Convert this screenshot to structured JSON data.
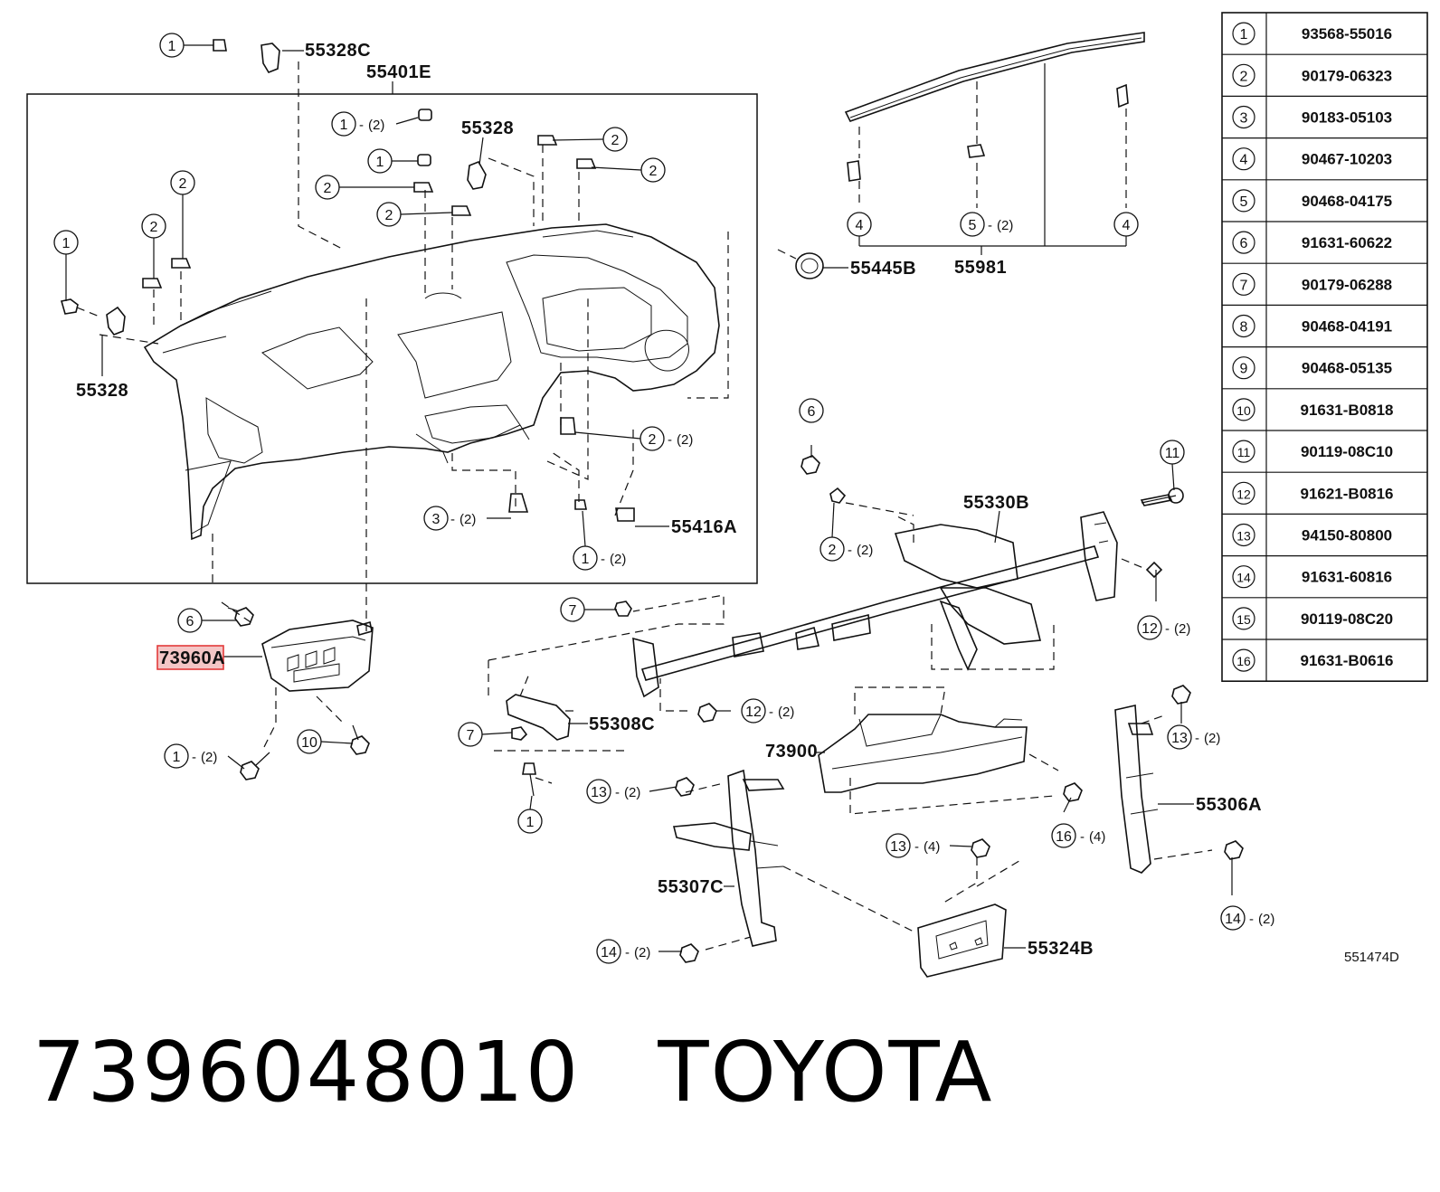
{
  "diagram": {
    "code": "551474D",
    "highlighted_part": "73960A",
    "part_labels": [
      {
        "id": "55328C",
        "text": "55328C"
      },
      {
        "id": "55401E",
        "text": "55401E"
      },
      {
        "id": "55328_top",
        "text": "55328"
      },
      {
        "id": "55328_left",
        "text": "55328"
      },
      {
        "id": "55416A",
        "text": "55416A"
      },
      {
        "id": "55445B",
        "text": "55445B"
      },
      {
        "id": "55981",
        "text": "55981"
      },
      {
        "id": "55330B",
        "text": "55330B"
      },
      {
        "id": "73960A",
        "text": "73960A"
      },
      {
        "id": "55308C",
        "text": "55308C"
      },
      {
        "id": "73900",
        "text": "73900"
      },
      {
        "id": "55306A",
        "text": "55306A"
      },
      {
        "id": "55307C",
        "text": "55307C"
      },
      {
        "id": "55324B",
        "text": "55324B"
      }
    ],
    "callouts": [
      {
        "n": "1",
        "qty": ""
      },
      {
        "n": "1",
        "qty": "(2)"
      },
      {
        "n": "1",
        "qty": ""
      },
      {
        "n": "2",
        "qty": ""
      },
      {
        "n": "2",
        "qty": ""
      },
      {
        "n": "2",
        "qty": ""
      },
      {
        "n": "2",
        "qty": ""
      },
      {
        "n": "2",
        "qty": ""
      },
      {
        "n": "2",
        "qty": ""
      },
      {
        "n": "1",
        "qty": ""
      },
      {
        "n": "2",
        "qty": "(2)"
      },
      {
        "n": "3",
        "qty": "(2)"
      },
      {
        "n": "1",
        "qty": "(2)"
      },
      {
        "n": "4",
        "qty": ""
      },
      {
        "n": "5",
        "qty": "(2)"
      },
      {
        "n": "4",
        "qty": ""
      },
      {
        "n": "6",
        "qty": ""
      },
      {
        "n": "11",
        "qty": ""
      },
      {
        "n": "2",
        "qty": "(2)"
      },
      {
        "n": "12",
        "qty": "(2)"
      },
      {
        "n": "6",
        "qty": ""
      },
      {
        "n": "7",
        "qty": ""
      },
      {
        "n": "12",
        "qty": "(2)"
      },
      {
        "n": "1",
        "qty": "(2)"
      },
      {
        "n": "10",
        "qty": ""
      },
      {
        "n": "7",
        "qty": ""
      },
      {
        "n": "13",
        "qty": "(2)"
      },
      {
        "n": "1",
        "qty": ""
      },
      {
        "n": "13",
        "qty": "(2)"
      },
      {
        "n": "16",
        "qty": "(4)"
      },
      {
        "n": "13",
        "qty": "(4)"
      },
      {
        "n": "14",
        "qty": "(2)"
      },
      {
        "n": "14",
        "qty": "(2)"
      }
    ]
  },
  "parts_table": [
    {
      "n": "1",
      "part": "93568-55016"
    },
    {
      "n": "2",
      "part": "90179-06323"
    },
    {
      "n": "3",
      "part": "90183-05103"
    },
    {
      "n": "4",
      "part": "90467-10203"
    },
    {
      "n": "5",
      "part": "90468-04175"
    },
    {
      "n": "6",
      "part": "91631-60622"
    },
    {
      "n": "7",
      "part": "90179-06288"
    },
    {
      "n": "8",
      "part": "90468-04191"
    },
    {
      "n": "9",
      "part": "90468-05135"
    },
    {
      "n": "10",
      "part": "91631-B0818"
    },
    {
      "n": "11",
      "part": "90119-08C10"
    },
    {
      "n": "12",
      "part": "91621-B0816"
    },
    {
      "n": "13",
      "part": "94150-80800"
    },
    {
      "n": "14",
      "part": "91631-60816"
    },
    {
      "n": "15",
      "part": "90119-08C20"
    },
    {
      "n": "16",
      "part": "91631-B0616"
    }
  ],
  "footer": {
    "part_number": "7396048010",
    "brand": "TOYOTA"
  }
}
